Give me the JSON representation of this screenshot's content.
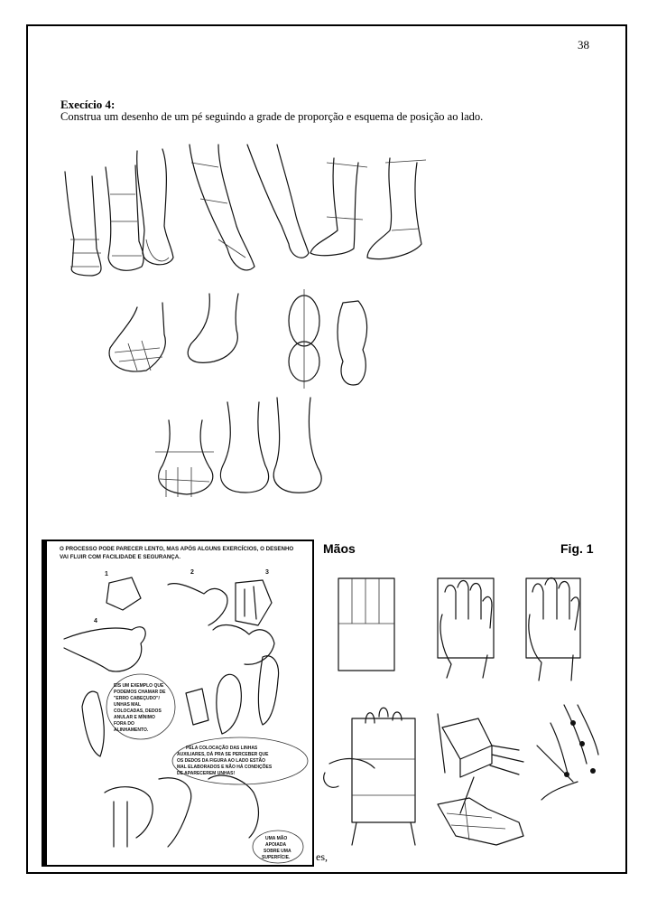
{
  "page": {
    "number": "38"
  },
  "exercise": {
    "title": "Execício 4:",
    "instruction": "Construa um desenho de um pé seguindo a grade de proporção e esquema de posição ao lado."
  },
  "comic": {
    "header_line1": "O PROCESSO PODE PARECER LENTO, MAS APÓS ALGUNS EXERCÍCIOS, O DESENHO",
    "header_line2": "VAI FLUIR COM FACILIDADE E SEGURANÇA.",
    "step_numbers": [
      "1",
      "2",
      "3",
      "4"
    ],
    "bubble_error": [
      "EIS UM EXEMPLO QUE",
      "PODEMOS CHAMAR DE",
      "\"ERRO CABEÇUDO\"/",
      "UNHAS MAL",
      "COLOCADAS, DEDOS",
      "ANULAR E MÍNIMO",
      "FORA DO",
      "ALINHAMENTO."
    ],
    "bubble_lines": [
      "PELA COLOCAÇÃO DAS LINHAS",
      "AUXILIARES, DÁ PRA SE PERCEBER QUE",
      "OS DEDOS DA FIGURA AO LADO ESTÃO",
      "MAL ELABORADOS E NÃO HÁ CONDIÇÕES",
      "DE APARECEREM UNHAS!"
    ],
    "bubble_support": [
      "UMA MÃO",
      "APOIADA",
      "SOBRE UMA",
      "SUPERFÍCIE."
    ]
  },
  "hands": {
    "title": "Mãos",
    "figure_label": "Fig. 1"
  },
  "fragment": {
    "text": "es,"
  }
}
